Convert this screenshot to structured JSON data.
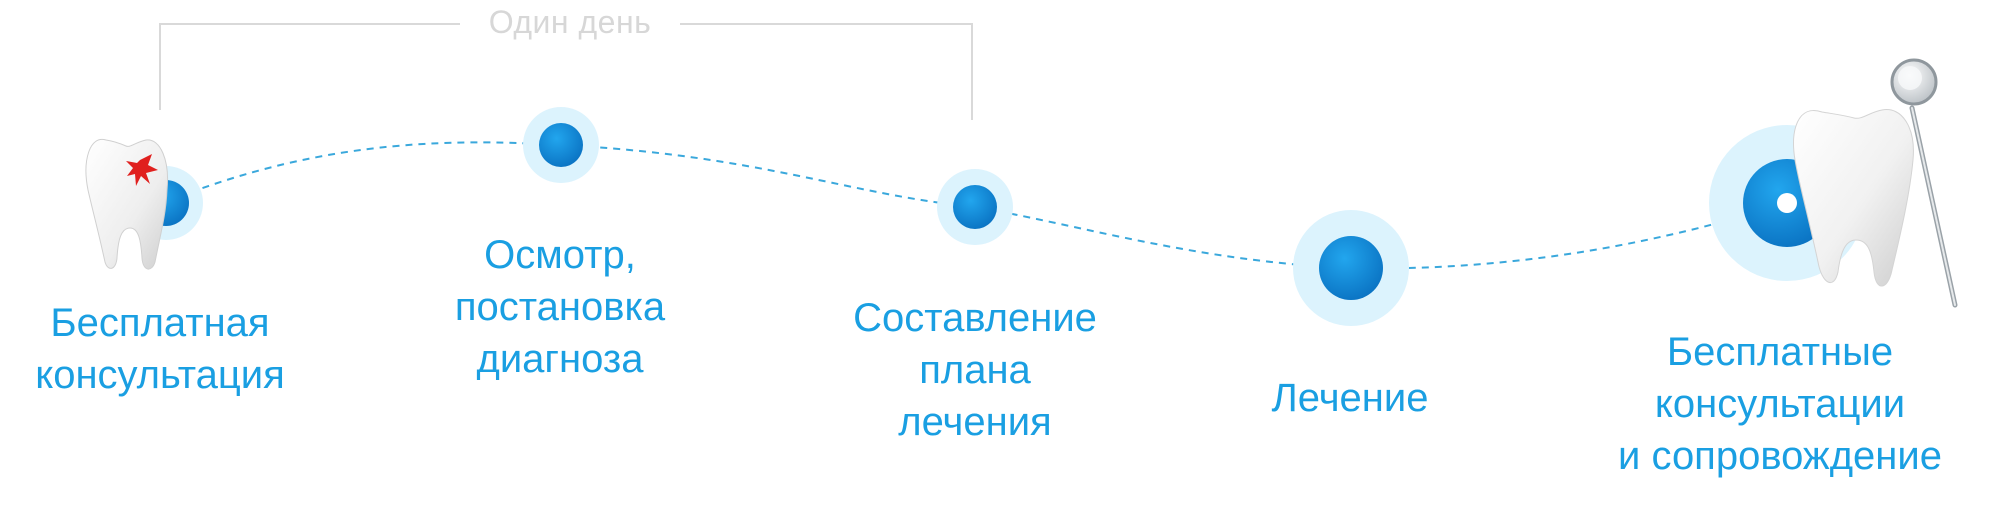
{
  "bracket": {
    "label": "Один день"
  },
  "steps": [
    {
      "label": "Бесплатная\nконсультация"
    },
    {
      "label": "Осмотр,\nпостановка\nдиагноза"
    },
    {
      "label": "Составление\nплана\nлечения"
    },
    {
      "label": "Лечение"
    },
    {
      "label": "Бесплатные\nконсультации\nи сопровождение"
    }
  ],
  "colors": {
    "label_text": "#1a9fe2",
    "node_fill": "#1083d0",
    "node_halo": "#dcf3fd",
    "dashed_path": "#3aa8dc",
    "bracket_line": "#d9d9d9",
    "bracket_label": "#d7d7d7",
    "damage_mark": "#e0201e"
  },
  "icons": {
    "start": "damaged-tooth-icon",
    "end": "healthy-tooth-with-dental-mirror-icon"
  }
}
